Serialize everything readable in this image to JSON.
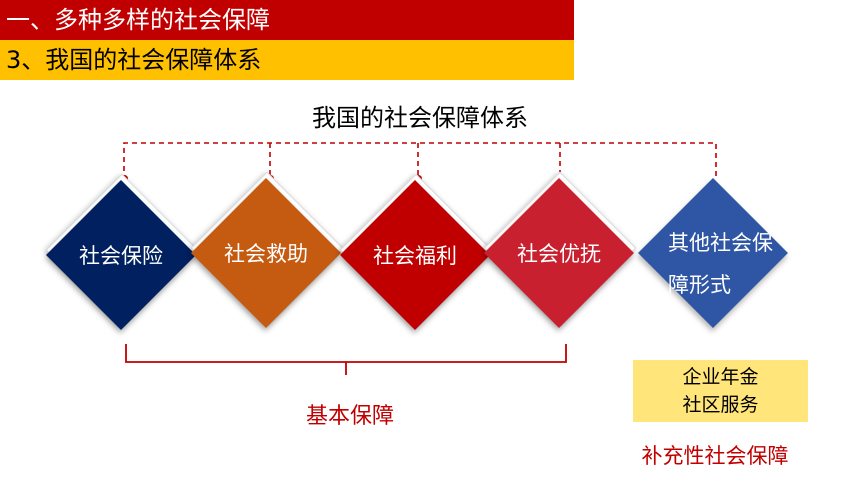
{
  "header": {
    "section_title": "一、多种多样的社会保障",
    "subsection_title": "3、我国的社会保障体系"
  },
  "diagram": {
    "title": "我国的社会保障体系",
    "items": [
      {
        "label": "社会保险",
        "color": "#002060"
      },
      {
        "label": "社会救助",
        "color": "#c55a11"
      },
      {
        "label": "社会福利",
        "color": "#c00000"
      },
      {
        "label": "社会优抚",
        "color": "#c9202f"
      },
      {
        "label_line1": "其他社会保",
        "label_line2": "障形式",
        "color": "#2f55a5"
      }
    ],
    "basic_label": "基本保障",
    "supplementary": {
      "items": [
        "企业年金",
        "社区服务"
      ],
      "label": "补充性社会保障"
    }
  },
  "colors": {
    "header_red": "#c00000",
    "header_yellow": "#ffc000",
    "connector_red": "#c00000"
  }
}
